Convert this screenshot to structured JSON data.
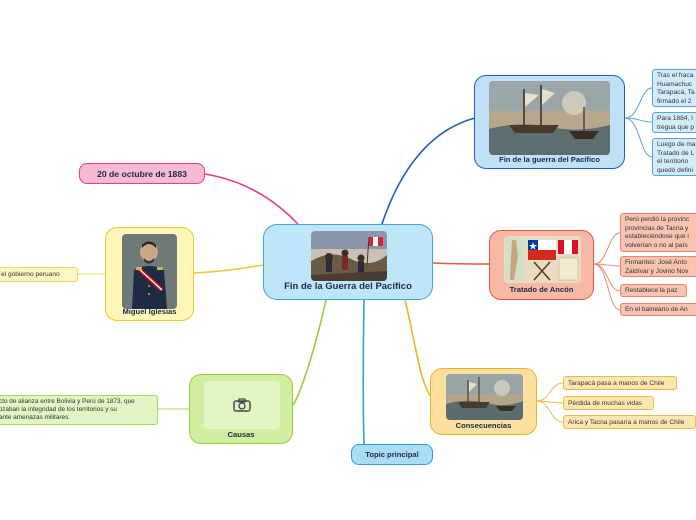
{
  "colors": {
    "central": "#bfe6f8",
    "blue": "#1f5fbf",
    "red": "#e8583b",
    "orange": "#f0b429",
    "yellow": "#e6cc2c",
    "green": "#9ccc3d",
    "pink": "#e83e8c",
    "topic": "#2f9fd8"
  },
  "central": {
    "title": "Fin de la Guerra del Pacífico"
  },
  "fin_guerra": {
    "title": "Fin de la guerra del Pacífico",
    "items": [
      [
        "Tras el fraca",
        "Huamachuc",
        "Tarapacá, Ta",
        "firmado el 2"
      ],
      [
        "Para 1884, I",
        "tregua que p"
      ],
      [
        "Luego de ma",
        "Tratado de L",
        "el territorio",
        "quedó defini"
      ]
    ]
  },
  "tratado": {
    "title": "Tratado de Ancón",
    "items": [
      [
        "Perú perdió la provinc",
        "provincias de Tacna y",
        "estableciéndose que l",
        "volverían o no al país"
      ],
      [
        "Firmantes: José Anto",
        "Zaldívar y Jovino Nov"
      ],
      [
        "Restablece la paz"
      ],
      [
        "En el balneario de An"
      ]
    ]
  },
  "consecuencias": {
    "title": "Consecuencias",
    "items": [
      "Tarapacá pasa a manos de Chile",
      "Pérdida de muchas vidas",
      "Arica y Tacna pasaría a manos de Chile"
    ]
  },
  "topic": {
    "label": "Topic principal"
  },
  "causas": {
    "title": "Causas",
    "icon": "camera-icon",
    "detail": [
      "cto de alianza entre Bolivia y Perú de 1873, que",
      "tizaban la integridad de los territorios y su",
      "ante amenazas militares."
    ]
  },
  "iglesias": {
    "title": "Miguel Iglesias",
    "detail": "el gobierno peruano"
  },
  "date": {
    "label": "20 de octubre de 1883"
  }
}
